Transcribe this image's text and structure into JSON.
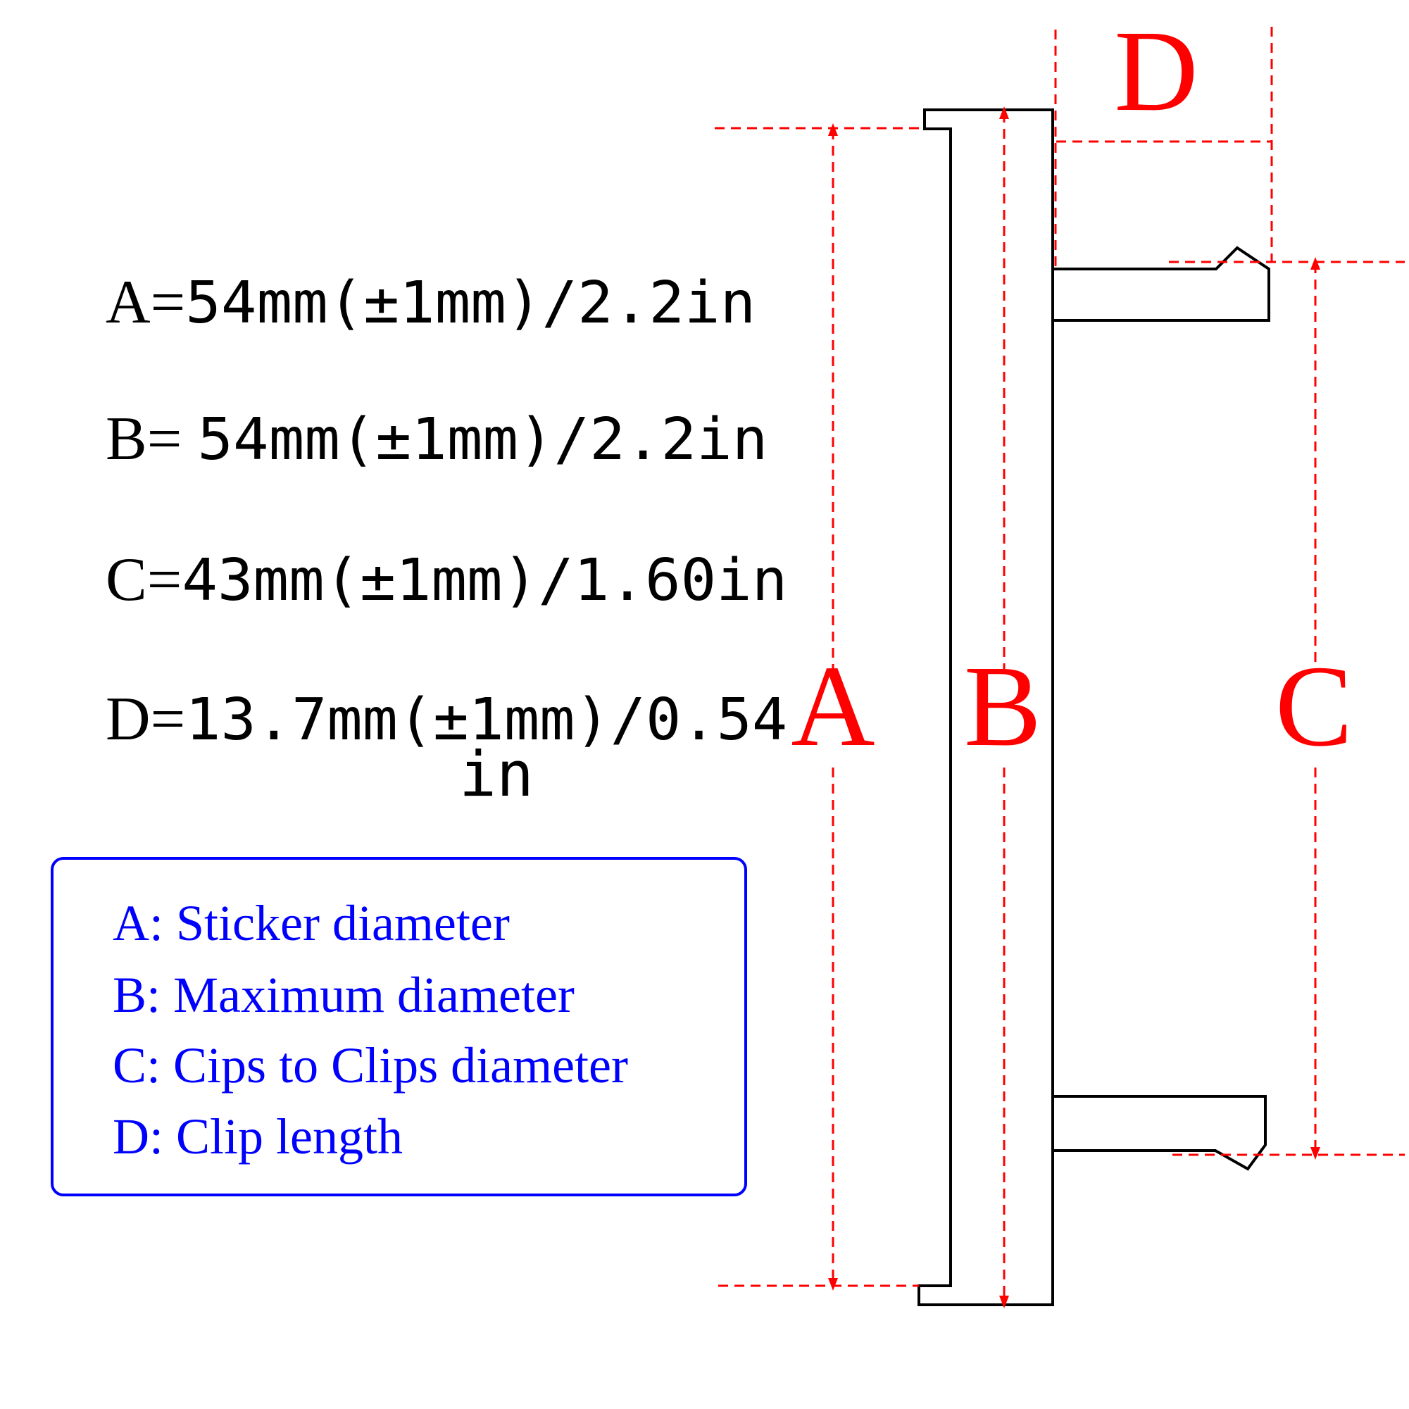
{
  "colors": {
    "outline": "#000000",
    "dimension": "#ff0000",
    "legend": "#0000ff",
    "background": "#ffffff"
  },
  "specs": [
    {
      "letter": "A",
      "eq": "=",
      "value": "54mm(±1mm)/2.2in"
    },
    {
      "letter": "B",
      "eq": "= ",
      "value": "54mm(±1mm)/2.2in"
    },
    {
      "letter": "C",
      "eq": "=",
      "value": "43mm(±1mm)/1.60in"
    },
    {
      "letter": "D",
      "eq": "=",
      "value": "13.7mm(±1mm)/0.54",
      "wrap": "in"
    }
  ],
  "dimension_labels": {
    "a": "A",
    "b": "B",
    "c": "C",
    "d": "D"
  },
  "legend": {
    "items": [
      "A: Sticker diameter",
      "B: Maximum diameter",
      "C: Cips to Clips diameter",
      "D: Clip length"
    ]
  }
}
